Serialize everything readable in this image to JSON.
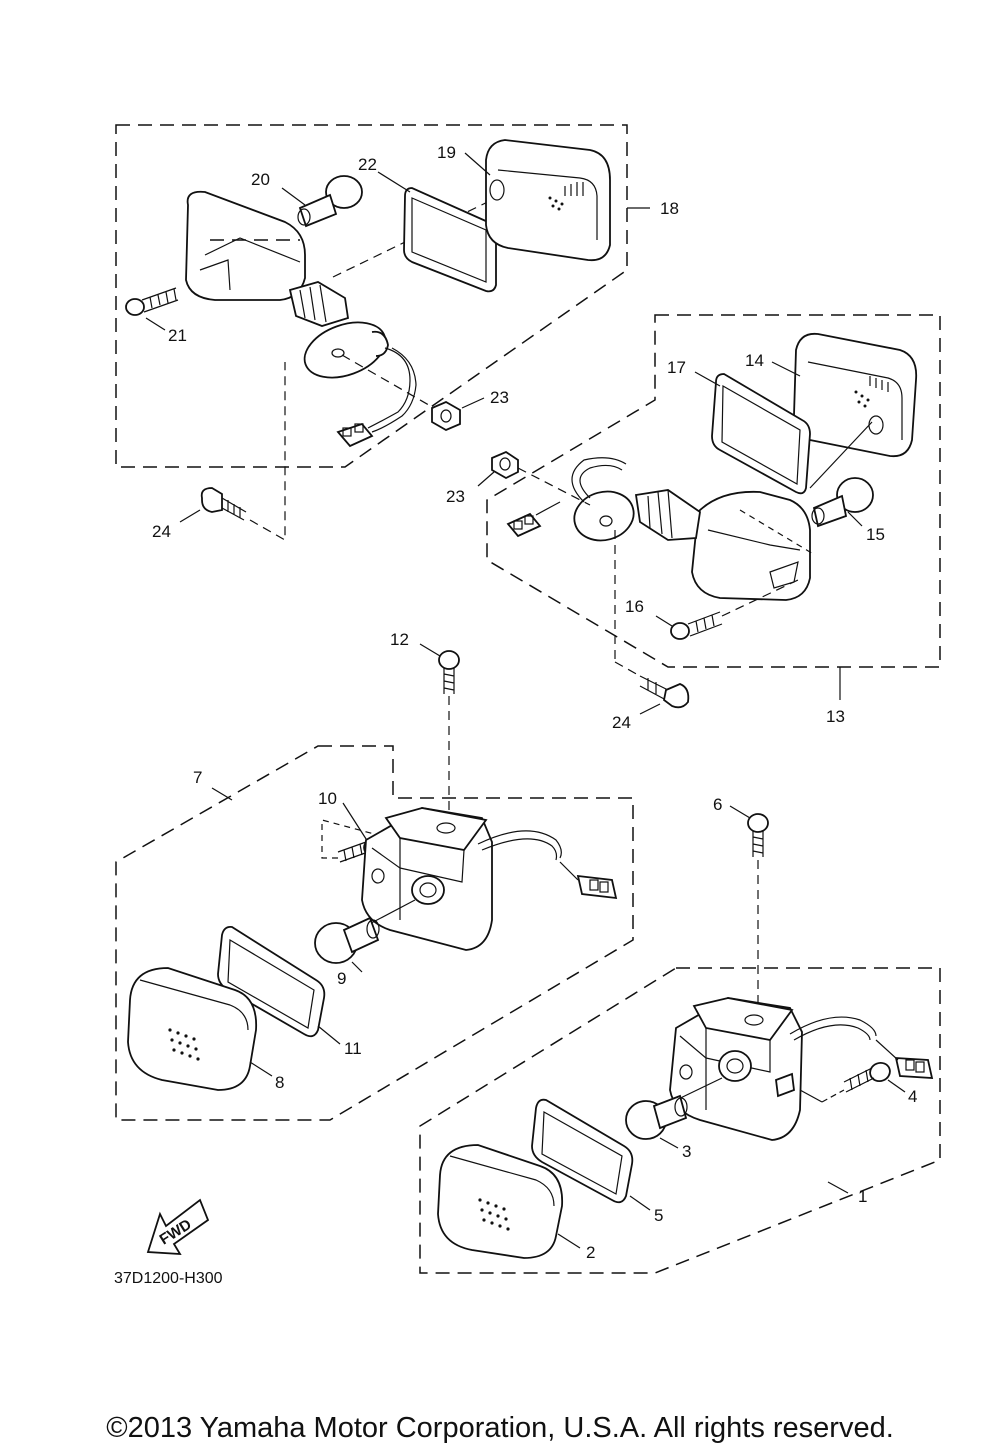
{
  "diagram": {
    "part_code": "37D1200-H300",
    "copyright": "©2013 Yamaha Motor Corporation, U.S.A. All rights reserved.",
    "fwd_label": "FWD",
    "callouts": {
      "c1": "1",
      "c2": "2",
      "c3": "3",
      "c4": "4",
      "c5": "5",
      "c6": "6",
      "c7": "7",
      "c8": "8",
      "c9": "9",
      "c10": "10",
      "c11": "11",
      "c12": "12",
      "c13": "13",
      "c14": "14",
      "c15": "15",
      "c16": "16",
      "c17": "17",
      "c18": "18",
      "c19": "19",
      "c20": "20",
      "c21": "21",
      "c22": "22",
      "c23a": "23",
      "c23b": "23",
      "c24a": "24",
      "c24b": "24"
    }
  }
}
